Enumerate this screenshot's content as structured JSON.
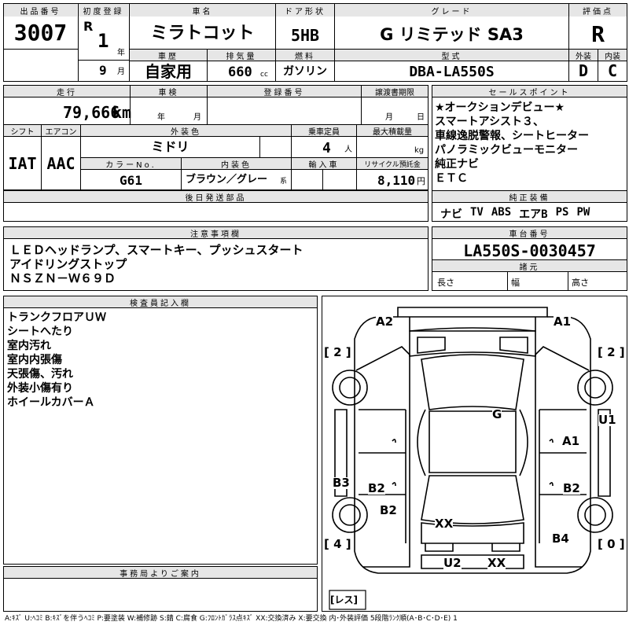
{
  "header": {
    "lot_label": "出品番号",
    "lot_no": "3007",
    "first_reg_label": "初度登録",
    "era": "R",
    "year": "1",
    "year_unit": "年",
    "month": "9",
    "month_unit": "月",
    "model_label": "車名",
    "model": "ミラトコット",
    "door_label": "ドア形状",
    "door": "5HB",
    "grade_label": "グレード",
    "grade": "G リミテッド SA3",
    "score_label": "評価点",
    "score": "R",
    "history_label": "車歴",
    "history": "自家用",
    "displacement_label": "排気量",
    "displacement": "660",
    "displacement_unit": "cc",
    "fuel_label": "燃料",
    "fuel": "ガソリン",
    "type_label": "型式",
    "type": "DBA-LA550S",
    "ext_grade_label": "外装",
    "ext_grade": "D",
    "int_grade_label": "内装",
    "int_grade": "C"
  },
  "row2": {
    "mileage_label": "走行",
    "mileage": "79,666",
    "mileage_unit": "km",
    "inspection_label": "車検",
    "insp_year": "年",
    "insp_month": "月",
    "plate_label": "登録番号",
    "transfer_label": "譲渡書期限",
    "trans_month": "月",
    "trans_day": "日",
    "shift_label": "シフト",
    "shift": "IAT",
    "ac_label": "エアコン",
    "ac": "AAC",
    "ext_color_label": "外装色",
    "ext_color": "ミドリ",
    "capacity_label": "乗車定員",
    "capacity": "4",
    "capacity_unit": "人",
    "load_label": "最大積載量",
    "load_unit": "kg",
    "color_no_label": "カラーNo.",
    "color_no": "G61",
    "int_color_label": "内装色",
    "int_color": "ブラウン／グレー",
    "int_color_suffix": "系",
    "import_label": "輸入車",
    "recycle_label": "リサイクル預託金",
    "recycle": "8,110",
    "recycle_unit": "円",
    "later_parts_label": "後日発送部品"
  },
  "sales_points": {
    "label": "セールスポイント",
    "lines": [
      "★オークションデビュー★",
      "スマートアシスト３、",
      "車線逸脱警報、シートヒーター",
      "パノラミックビューモニター",
      "純正ナビ",
      "ＥＴＣ"
    ]
  },
  "equipment": {
    "label": "純正装備",
    "items": [
      "ナビ",
      "TV",
      "ABS",
      "エアB",
      "PS",
      "PW"
    ]
  },
  "notes": {
    "label": "注意事項欄",
    "lines": [
      "ＬＥＤヘッドランプ、スマートキー、プッシュスタート",
      "アイドリングストップ",
      "ＮＳＺＮ－Ｗ６９Ｄ"
    ]
  },
  "chassis": {
    "label": "車台番号",
    "number": "LA550S-0030457",
    "spec_label": "諸元",
    "length_label": "長さ",
    "width_label": "幅",
    "height_label": "高さ"
  },
  "inspector": {
    "label": "検査員記入欄",
    "lines": [
      "トランクフロアＵＷ",
      "シートへたり",
      "室内汚れ",
      "室内内張傷",
      "天張傷、汚れ",
      "外装小傷有り",
      "ホイールカバーＡ"
    ]
  },
  "office": {
    "label": "事務局よりご案内"
  },
  "diagram": {
    "marks": {
      "a2_top": "A2",
      "a1_top": "A1",
      "g": "G",
      "u1": "U1",
      "a1_right": "A1",
      "b3": "B3",
      "b2_left": "B2",
      "b2_right": "B2",
      "b2_lower": "B2",
      "xx_center": "XX",
      "b4": "B4",
      "u2": "U2",
      "xx_bottom": "XX"
    },
    "tire_fl": "[ 2 ]",
    "tire_fr": "[ 2 ]",
    "tire_rl": "[ 4 ]",
    "tire_rr": "[ 0 ]",
    "spare": "[レス]"
  },
  "legend": "A:ｷｽﾞ  U:ﾍｺﾐ  B:ｷｽﾞを伴うﾍｺﾐ  P:要塗装  W:補修跡  S:錆  C:腐食  G:ﾌﾛﾝﾄｶﾞﾗｽ点ｷｽﾞ  XX:交換済み  X:要交換  内･外装評価  5段階ﾗﾝｸ順(A･B･C･D･E) 1"
}
